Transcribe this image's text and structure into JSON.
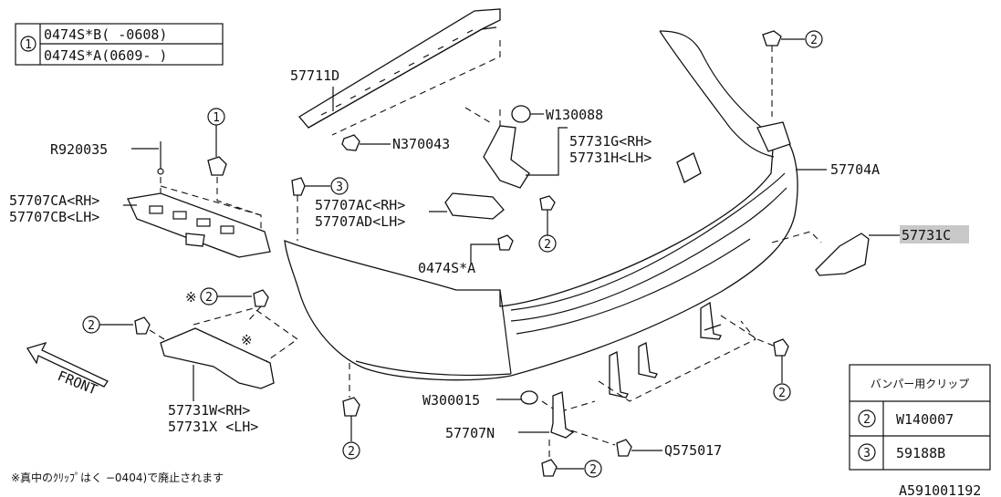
{
  "diagram_id": "A591001192",
  "top_table": {
    "ref": "1",
    "rows": [
      "0474S*B(   -0608)",
      "0474S*A(0609-   )"
    ]
  },
  "parts": {
    "reinforcement": "57711D",
    "bumper_face": "57704A",
    "clip_n": "N370043",
    "clip_w130088": "W130088",
    "mud_guard_inner": [
      "57731G<RH>",
      "57731H<LH>"
    ],
    "r_pin": "R920035",
    "side_bracket": [
      "57707CA<RH>",
      "57707CB<LH>"
    ],
    "center_bracket": [
      "57707AC<RH>",
      "57707AD<LH>"
    ],
    "bolt": "0474S*A",
    "right_guard": "57731C",
    "left_guard": [
      "57731W<RH>",
      "57731X <LH>"
    ],
    "clip_w300015": "W300015",
    "lower_bracket": "57707N",
    "screw": "Q575017",
    "front_label": "FRONT"
  },
  "callouts": {
    "one": "1",
    "two": "2",
    "three": "3",
    "asterisk": "※"
  },
  "clip_table": {
    "title": "バンパー用クリップ",
    "rows": [
      {
        "ref": "2",
        "part": "W140007"
      },
      {
        "ref": "3",
        "part": "59188B"
      }
    ]
  },
  "footnote": "※真中のｸﾘｯﾌﾟはく    −0404)で廃止されます"
}
